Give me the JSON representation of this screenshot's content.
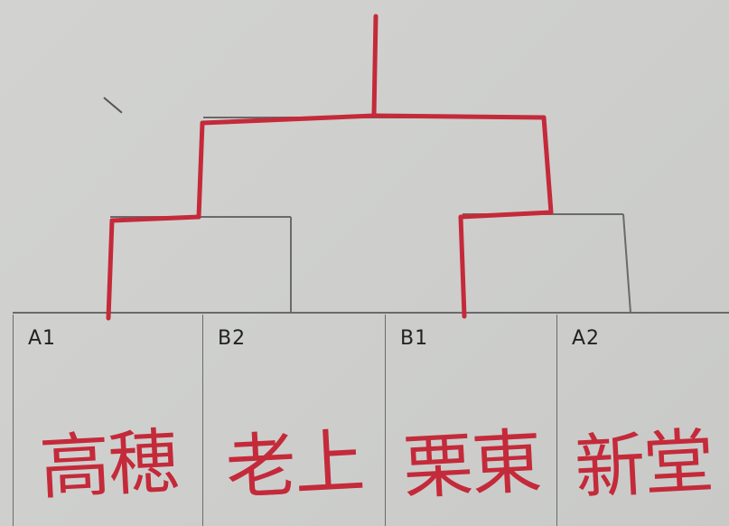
{
  "bracket": {
    "colors": {
      "line": "#6a6a6a",
      "winner": "#c42a3a"
    }
  },
  "slots": [
    {
      "code": "A1",
      "name": "高穂"
    },
    {
      "code": "B2",
      "name": "老上"
    },
    {
      "code": "B1",
      "name": "栗東"
    },
    {
      "code": "A2",
      "name": "新堂"
    }
  ]
}
